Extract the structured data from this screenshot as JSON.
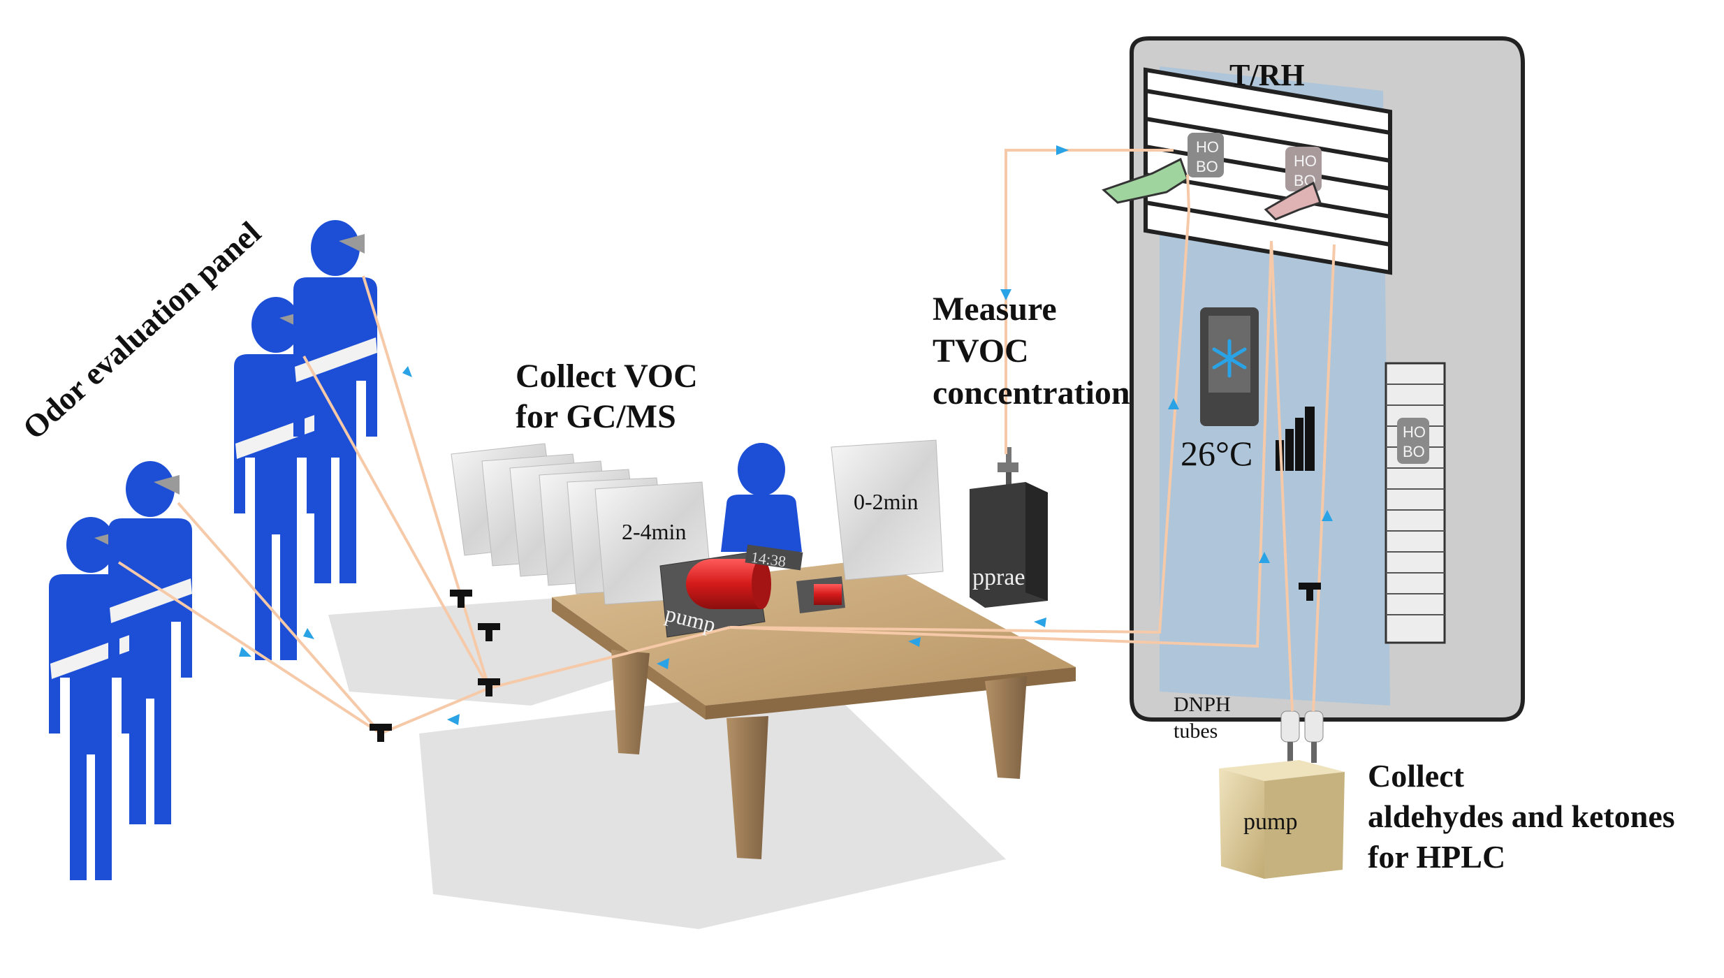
{
  "labels": {
    "odor_panel": "Odor evaluation panel",
    "collect_voc_line1": "Collect VOC",
    "collect_voc_line2": "for GC/MS",
    "measure_line1": "Measure",
    "measure_line2": "TVOC",
    "measure_line3": "concentration",
    "trh": "T/RH",
    "temperature": "26°C",
    "bag_early": "0-2min",
    "bag_late": "2-4min",
    "pprae": "pprae",
    "pump_table": "pump",
    "pump_box": "pump",
    "dnph_line1": "DNPH",
    "dnph_line2": "tubes",
    "collect_ald_line1": "Collect",
    "collect_ald_line2": "aldehydes and ketones",
    "collect_ald_line3": "for HPLC",
    "hobo": "HO\nBO",
    "timer": "14:38"
  },
  "colors": {
    "person": "#1d4fd6",
    "tube": "#f6c9a8",
    "flow_arrow": "#2aa3e6",
    "unit_body": "#c9c9c9",
    "unit_panel": "#a9c4dc",
    "table_top": "#c9a97a",
    "pump_cylinder": "#d42020",
    "box": "#d6c394"
  },
  "icons": [
    "snowflake-icon",
    "fan-level-icon",
    "t-connector-icon",
    "flow-arrow-icon"
  ]
}
